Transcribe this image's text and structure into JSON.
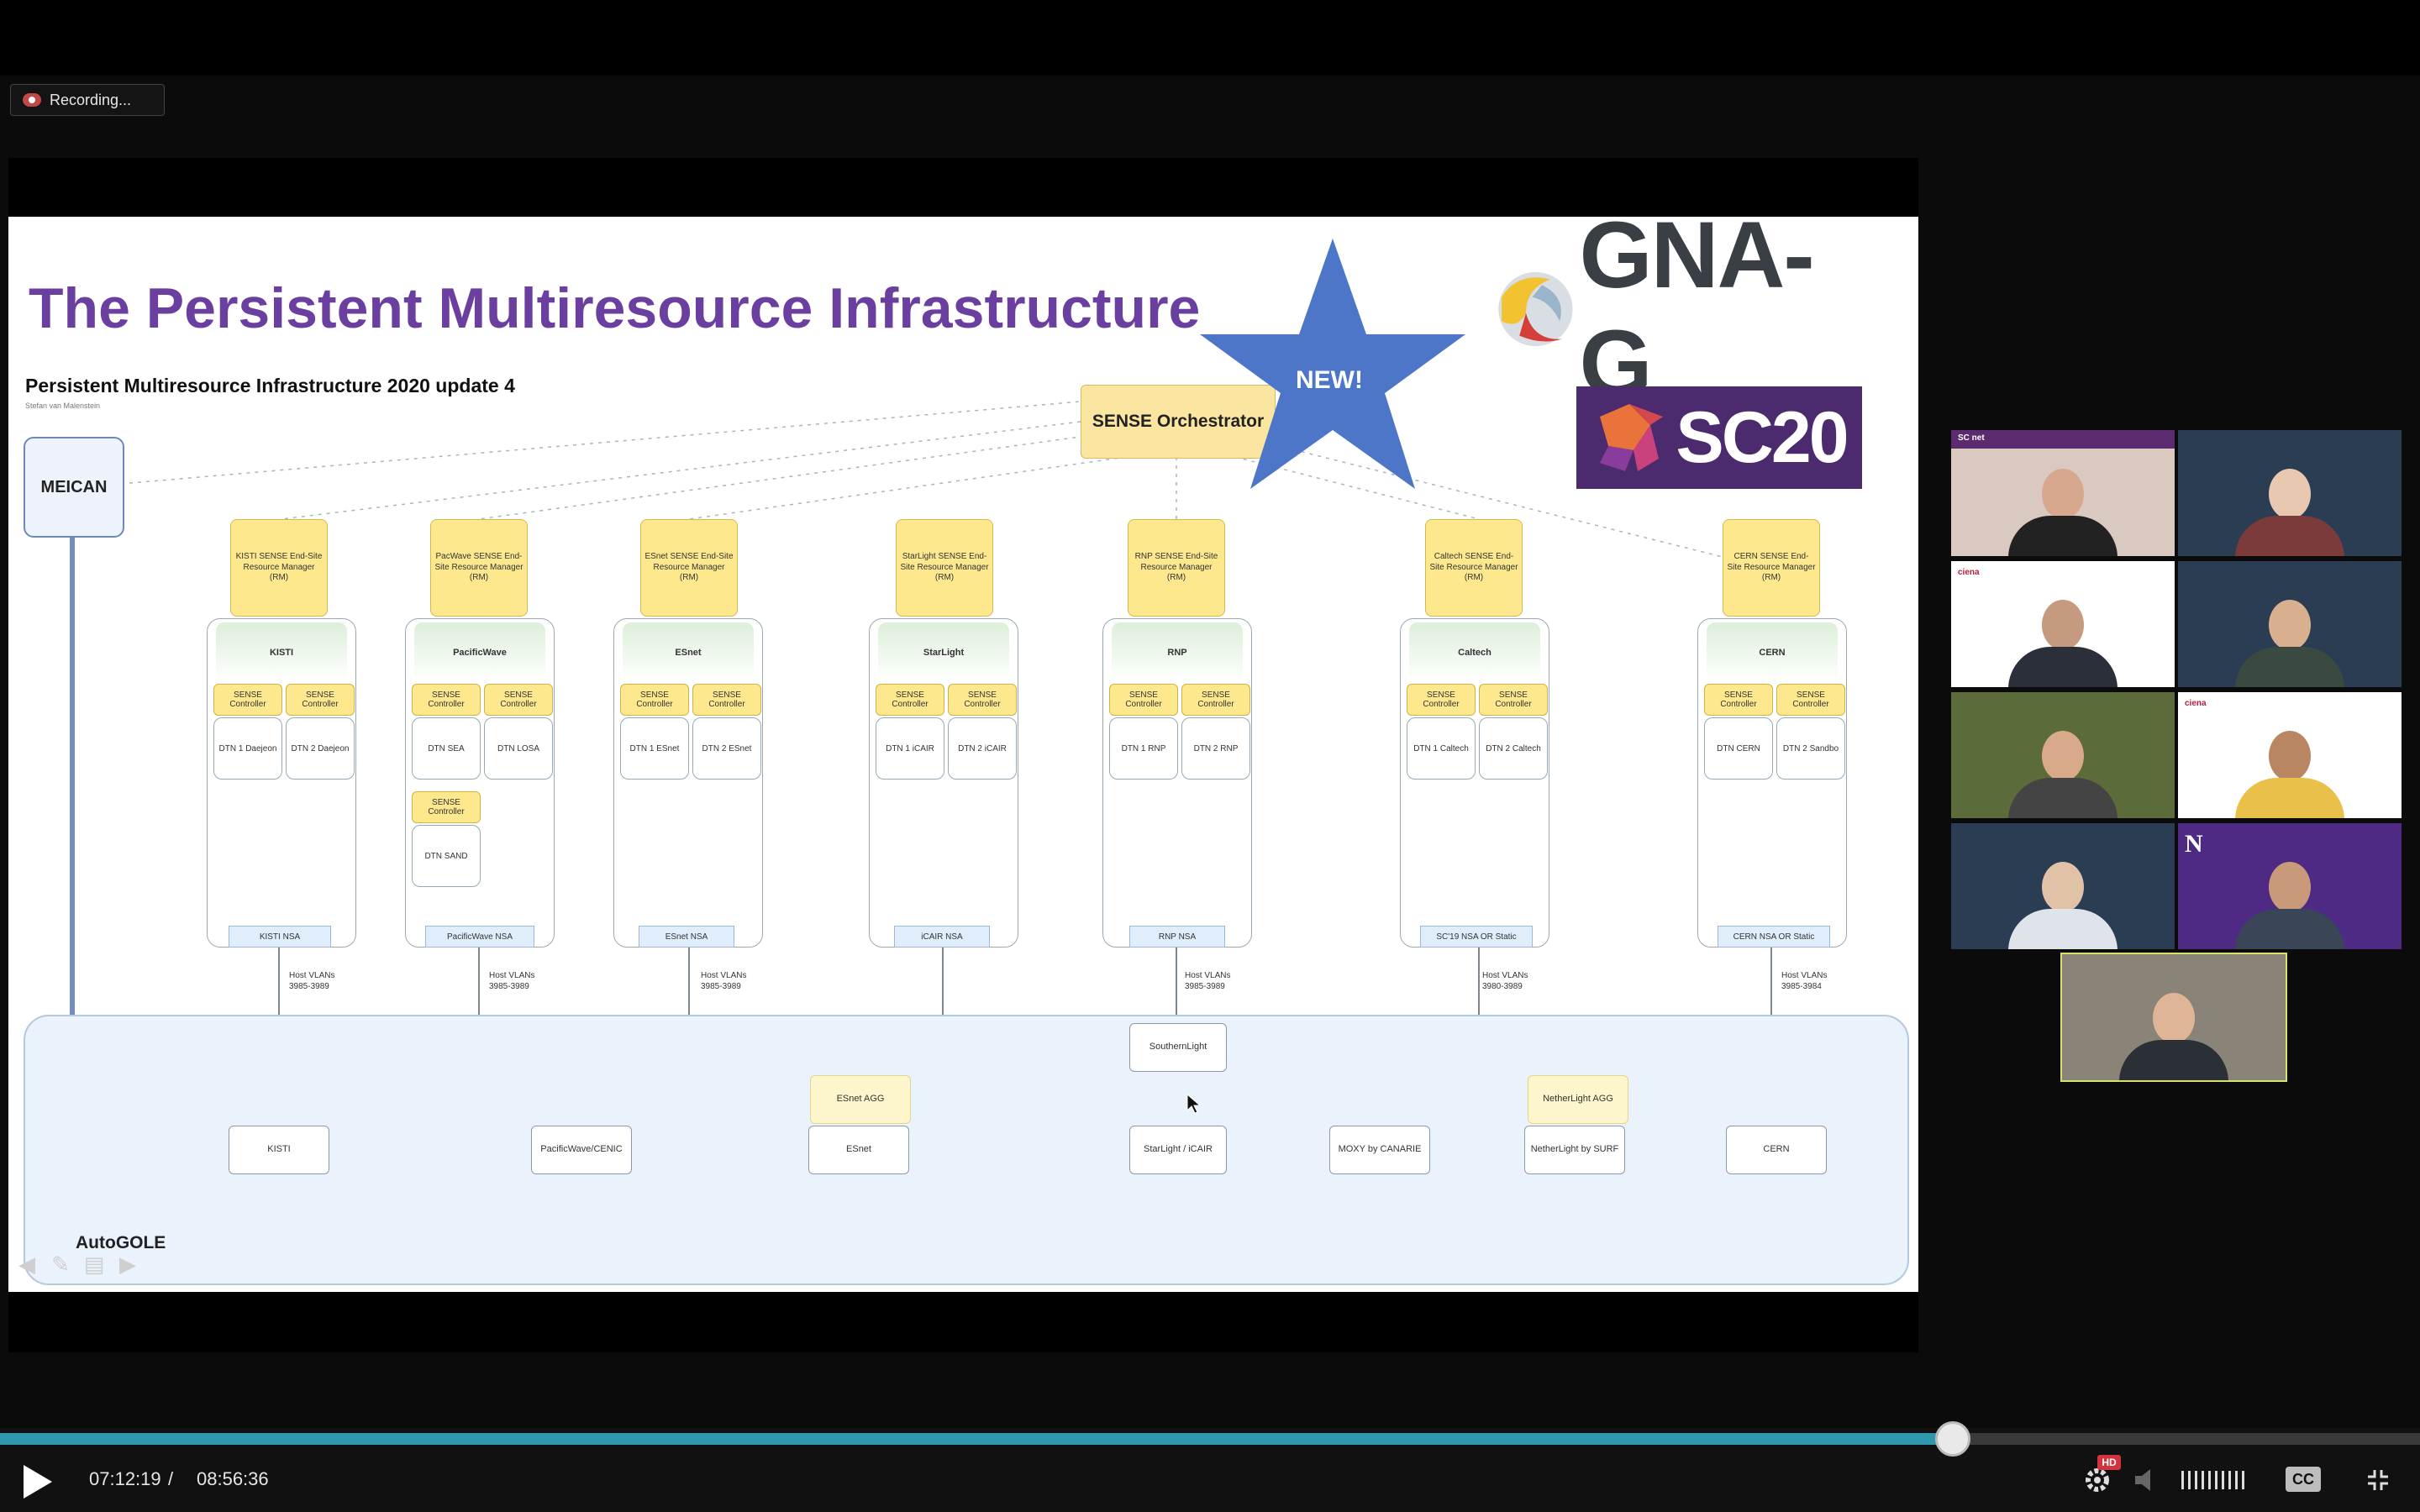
{
  "recording": {
    "label": "Recording..."
  },
  "slide": {
    "title": "The Persistent Multiresource Infrastructure",
    "subtitle": "Persistent Multiresource Infrastructure 2020 update 4",
    "author": "Stefan van Malenstein",
    "new_badge": "NEW!",
    "gna_logo": "GNA-G",
    "sc20_logo": "SC20",
    "meican": "MEICAN",
    "orchestrator": "SENSE Orchestrator",
    "autogole_label": "AutoGOLE",
    "sites": [
      {
        "rm": "KISTI SENSE End-Site Resource Manager (RM)",
        "name": "KISTI",
        "c1": "SENSE Controller",
        "c2": "SENSE Controller",
        "d1": "DTN 1 Daejeon",
        "d2": "DTN 2 Daejeon",
        "nsa": "KISTI NSA",
        "vlan": "Host VLANs 3985-3989"
      },
      {
        "rm": "PacWave SENSE End-Site Resource Manager (RM)",
        "name": "PacificWave",
        "c1": "SENSE Controller",
        "c2": "SENSE Controller",
        "c3": "SENSE Controller",
        "d1": "DTN SEA",
        "d2": "DTN LOSA",
        "d3": "DTN SAND",
        "nsa": "PacificWave NSA",
        "vlan": "Host VLANs 3985-3989"
      },
      {
        "rm": "ESnet SENSE End-Site Resource Manager (RM)",
        "name": "ESnet",
        "c1": "SENSE Controller",
        "c2": "SENSE Controller",
        "d1": "DTN 1 ESnet",
        "d2": "DTN 2 ESnet",
        "nsa": "ESnet NSA",
        "vlan": "Host VLANs 3985-3989"
      },
      {
        "rm": "StarLight SENSE End-Site Resource Manager (RM)",
        "name": "StarLight",
        "c1": "SENSE Controller",
        "c2": "SENSE Controller",
        "d1": "DTN 1 iCAIR",
        "d2": "DTN 2 iCAIR",
        "nsa": "iCAIR NSA",
        "vlan": ""
      },
      {
        "rm": "RNP SENSE End-Site Resource Manager (RM)",
        "name": "RNP",
        "c1": "SENSE Controller",
        "c2": "SENSE Controller",
        "d1": "DTN 1 RNP",
        "d2": "DTN 2 RNP",
        "nsa": "RNP NSA",
        "vlan": "Host VLANs 3985-3989"
      },
      {
        "rm": "Caltech SENSE End-Site Resource Manager (RM)",
        "name": "Caltech",
        "c1": "SENSE Controller",
        "c2": "SENSE Controller",
        "d1": "DTN 1 Caltech",
        "d2": "DTN 2 Caltech",
        "nsa": "SC'19 NSA OR Static",
        "vlan": "Host VLANs 3980-3989"
      },
      {
        "rm": "CERN SENSE End-Site Resource Manager (RM)",
        "name": "CERN",
        "c1": "SENSE Controller",
        "c2": "SENSE Controller",
        "d1": "DTN CERN",
        "d2": "DTN 2 Sandbo",
        "nsa": "CERN NSA OR Static",
        "vlan": "Host VLANs 3985-3984"
      }
    ],
    "nodes": {
      "southernlight": "SouthernLight",
      "esnet_agg": "ESnet AGG",
      "netherlight_agg": "NetherLight AGG",
      "kisti": "KISTI",
      "pacificwave_cenic": "PacificWave/CENIC",
      "esnet": "ESnet",
      "starlight_icair": "StarLight / iCAIR",
      "moxy": "MOXY by CANARIE",
      "netherlight_surf": "NetherLight by SURF",
      "cern": "CERN"
    }
  },
  "participants": [
    {
      "id": "p1",
      "label": "SC net",
      "bg": "#d9c9c0"
    },
    {
      "id": "p2",
      "label": "",
      "bg": "#2b3d52"
    },
    {
      "id": "p3",
      "label": "ciena",
      "bg": "#ffffff"
    },
    {
      "id": "p4",
      "label": "",
      "bg": "#2b3d52"
    },
    {
      "id": "p5",
      "label": "",
      "bg": "#5b6b3a"
    },
    {
      "id": "p6",
      "label": "ciena",
      "bg": "#ffffff"
    },
    {
      "id": "p7",
      "label": "",
      "bg": "#2b3d52"
    },
    {
      "id": "p8",
      "label": "N",
      "bg": "#4e2a84"
    },
    {
      "id": "p9",
      "label": "",
      "bg": "#8a8478"
    }
  ],
  "player": {
    "current_time": "07:12:19",
    "separator": "/",
    "duration": "08:56:36",
    "progress": 0.807,
    "hd_badge": "HD",
    "cc_label": "CC",
    "accent_color": "#2f98ac"
  }
}
